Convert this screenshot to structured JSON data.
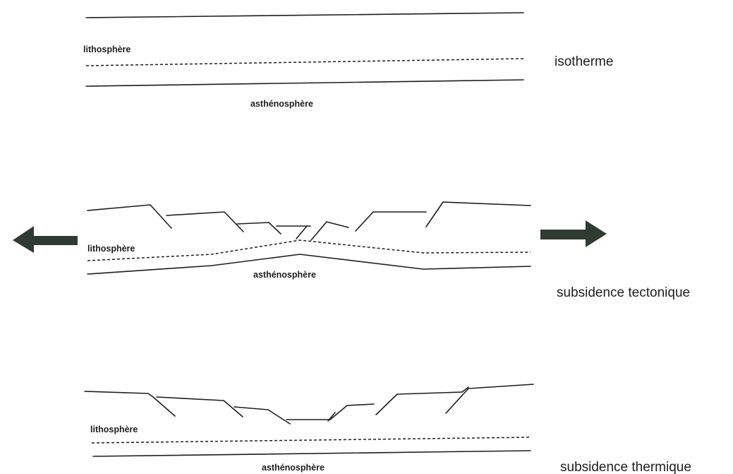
{
  "panels": {
    "isotherm": {
      "lithosphere_label": "lithosphère",
      "asthenosphere_label": "asthénosphère",
      "caption": "isotherme"
    },
    "tectonic": {
      "lithosphere_label": "lithosphère",
      "asthenosphere_label": "asthénosphère",
      "caption": "subsidence tectonique"
    },
    "thermal": {
      "lithosphere_label": "lithosphère",
      "asthenosphere_label": "asthénosphère",
      "caption": "subsidence thermique"
    }
  },
  "arrows": {
    "left": "left-arrow-icon",
    "right": "right-arrow-icon"
  },
  "colors": {
    "ink": "#1e1e1e",
    "arrow": "#2f3a33",
    "background": "#ffffff"
  }
}
